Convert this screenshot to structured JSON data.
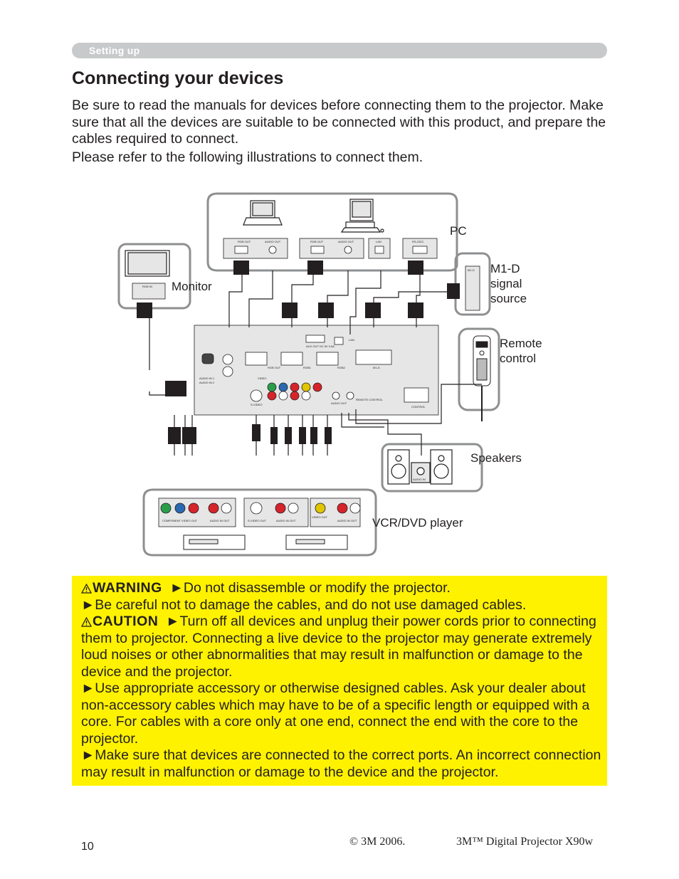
{
  "header": {
    "section_label": "Setting up",
    "title": "Connecting your devices"
  },
  "intro": {
    "paragraph_1": "Be sure to read the manuals for devices before connecting them to the projector. Make sure that all the devices are suitable to be connected with this product, and prepare the cables required to connect.",
    "paragraph_2": "Please refer to the following illustrations to connect them."
  },
  "diagram": {
    "labels": {
      "pc": "PC",
      "monitor": "Monitor",
      "m1d_line1": "M1-D",
      "m1d_line2": "signal",
      "m1d_line3": "source",
      "remote_line1": "Remote",
      "remote_line2": "control",
      "speakers": "Speakers",
      "vcr_dvd": "VCR/DVD player"
    },
    "port_labels": {
      "rgb_out_1": "RGB OUT",
      "audio_out_1": "AUDIO OUT",
      "rgb_out_2": "RGB OUT",
      "audio_out_2": "AUDIO OUT",
      "lan": "LAN",
      "rs232c": "RS-232C",
      "rgb_in": "RGB IN",
      "m1d": "M1-D",
      "audio_in": "AUDIO IN",
      "component_video_out": "COMPONENT VIDEO OUT",
      "audio_in_out_1": "AUDIO IN OUT",
      "s_video_out": "S-VIDEO OUT",
      "audio_in_out_2": "AUDIO IN OUT",
      "video_out": "VIDEO OUT",
      "audio_in_out_3": "AUDIO IN OUT",
      "proj_rgb1": "RGB1",
      "proj_rgb2": "RGB2",
      "proj_m1d": "M1-D",
      "proj_lan": "LAN",
      "proj_s_video": "S-VIDEO",
      "proj_control": "CONTROL",
      "proj_remote_control": "REMOTE CONTROL",
      "proj_audio_out": "AUDIO OUT",
      "proj_video": "VIDEO",
      "proj_audio_in_1": "AUDIO IN 1",
      "proj_audio_in_2": "AUDIO IN 2",
      "proj_rgb_out": "RGB OUT",
      "proj_aux": "AUX OUT DC 5V 0.5A"
    }
  },
  "warning_box": {
    "warning_tag": "WARNING",
    "warning_text": "►Do not disassemble or modify the projector.",
    "line_2": "►Be careful not to damage the cables, and do not use damaged cables.",
    "caution_tag": "CAUTION",
    "caution_text": "►Turn off all devices and unplug their power cords prior to connecting them to projector. Connecting a live device to the projector may generate extremely loud noises or other abnormalities that may result in malfunction or damage to the device and the projector.",
    "paragraph_accessory": "►Use appropriate accessory or otherwise designed cables. Ask your dealer about non-accessory cables which may have to be of a specific length or equipped with a core. For cables with a core only at one end, connect the end with the core to the projector.",
    "paragraph_ports": "►Make sure that devices are connected to the correct ports. An incorrect connection may result in malfunction or damage to the device and the projector."
  },
  "footer": {
    "page_number": "10",
    "copyright": "© 3M 2006.",
    "product": "3M™ Digital Projector X90w"
  },
  "colors": {
    "warning_background": "#fff200",
    "section_bar": "#c8c9cb",
    "diagram_frame": "#8e8f91",
    "text": "#231f20"
  }
}
